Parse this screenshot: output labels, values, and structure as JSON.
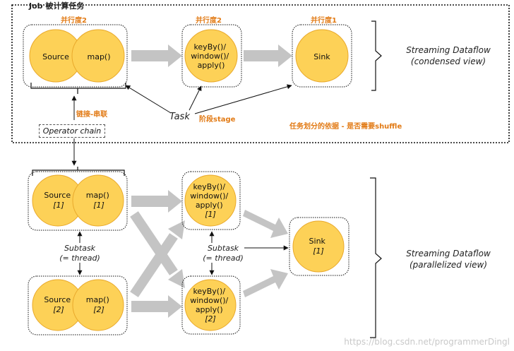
{
  "job_label": "Job 被计算任务",
  "parallelism_labels": [
    "并行度2",
    "并行度2",
    "并行度1"
  ],
  "chain_note": "链接-串联",
  "stage_note": "阶段stage",
  "shuffle_note": "任务划分的依据 - 是否需要shuffle",
  "operator_chain": "Operator chain",
  "task_label": "Task",
  "condensed": {
    "source": "Source",
    "map": "map()",
    "keyby": [
      "keyBy()/",
      "window()/",
      "apply()"
    ],
    "sink": "Sink",
    "view_label": [
      "Streaming Dataflow",
      "(condensed view)"
    ]
  },
  "parallel": {
    "source1": [
      "Source",
      "[1]"
    ],
    "map1": [
      "map()",
      "[1]"
    ],
    "source2": [
      "Source",
      "[2]"
    ],
    "map2": [
      "map()",
      "[2]"
    ],
    "keyby1": [
      "keyBy()/",
      "window()/",
      "apply()",
      "[1]"
    ],
    "keyby2": [
      "keyBy()/",
      "window()/",
      "apply()",
      "[2]"
    ],
    "sink1": [
      "Sink",
      "[1]"
    ],
    "subtask_label": [
      "Subtask",
      "(= thread)"
    ],
    "view_label": [
      "Streaming Dataflow",
      "(parallelized view)"
    ]
  },
  "watermark": "https://blog.csdn.net/programmerDingl",
  "colors": {
    "node": "#fdd157",
    "node_stroke": "#e9a92b",
    "arrow": "#c4c4c4",
    "accent": "#e27b16"
  }
}
